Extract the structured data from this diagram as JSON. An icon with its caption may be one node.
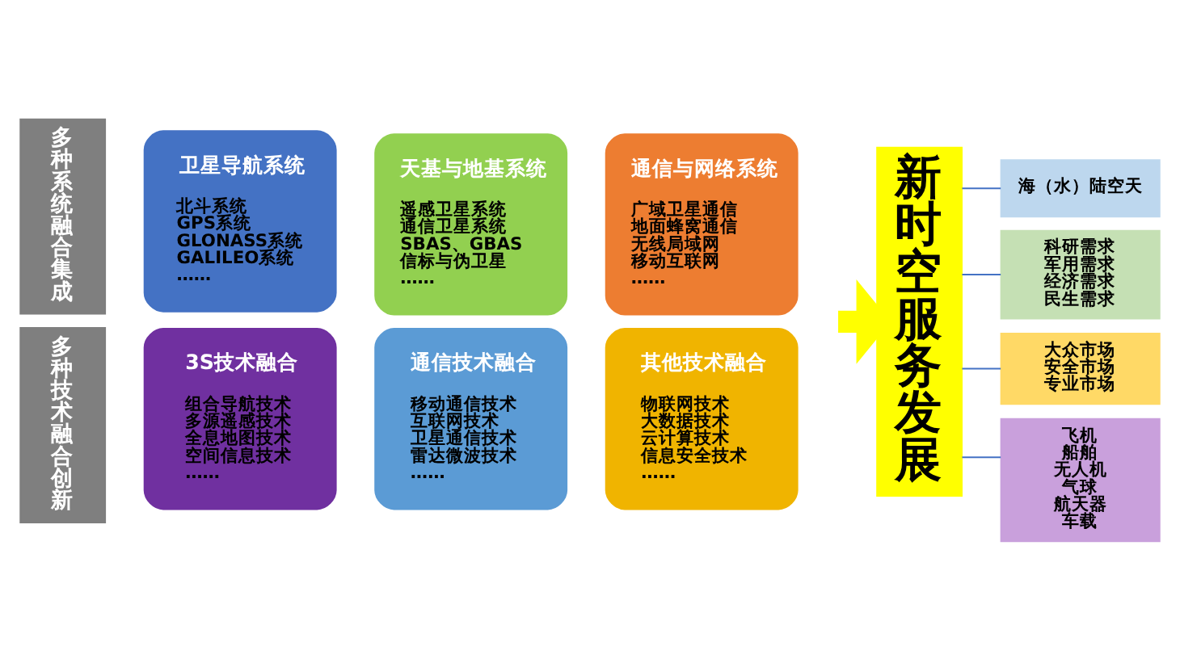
{
  "diagram": {
    "nodes": [
      {
        "text": [
          "多种系统融合集成"
        ]
      },
      {
        "text": [
          "卫星导航系统",
          "北斗系统",
          "GPS系统",
          "GLONASS系统",
          "GALILEO系统",
          "……"
        ]
      },
      {
        "text": [
          "天基与地基系统",
          "遥感卫星系统",
          "通信卫星系统",
          "SBAS、GBAS",
          "信标与伪卫星",
          "……"
        ]
      },
      {
        "text": [
          "通信与网络系统",
          "广域卫星通信",
          "地面蜂窝通信",
          "无线局域网",
          "移动互联网",
          "……"
        ]
      },
      {
        "text": [
          "多种技术融合创新"
        ]
      },
      {
        "text": [
          "3S技术融合",
          "组合导航技术",
          "多源遥感技术",
          "全息地图技术",
          "空间信息技术",
          "……"
        ]
      },
      {
        "text": [
          "通信技术融合",
          "移动通信技术",
          "互联网技术",
          "卫星通信技术",
          "雷达微波技术",
          "……"
        ]
      },
      {
        "text": [
          "其他技术融合",
          "物联网技术",
          "大数据技术",
          "云计算技术",
          "信息安全技术",
          "……"
        ]
      },
      {
        "text": [
          "新时空服务发展"
        ]
      },
      {
        "text": [
          "海（水）陆空天"
        ]
      },
      {
        "text": [
          "科研需求",
          "军用需求",
          "经济需求",
          "民生需求"
        ]
      },
      {
        "text": [
          "大众市场",
          "安全市场",
          "专业市场"
        ]
      },
      {
        "text": [
          "飞机",
          "船舶",
          "无人机",
          "气球",
          "航天器",
          "车载"
        ]
      }
    ],
    "edges": [
      {
        "from": null,
        "to": 8,
        "arrow": "to",
        "style": "thick",
        "color": "#ffff00"
      },
      {
        "from": 8,
        "to": 9,
        "arrow": "none"
      },
      {
        "from": 8,
        "to": 10,
        "arrow": "none"
      },
      {
        "from": 8,
        "to": 11,
        "arrow": "none"
      },
      {
        "from": 8,
        "to": 12,
        "arrow": "none"
      }
    ]
  }
}
